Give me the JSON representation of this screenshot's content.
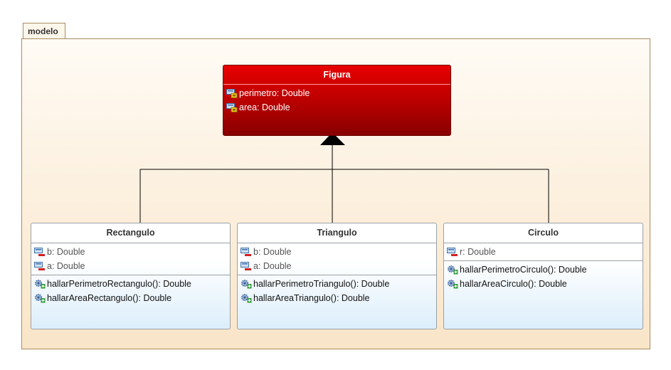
{
  "package": {
    "name": "modelo"
  },
  "classes": {
    "figura": {
      "name": "Figura",
      "attributes": [
        "perimetro: Double",
        "area: Double"
      ]
    },
    "rectangulo": {
      "name": "Rectangulo",
      "attributes": [
        "b: Double",
        "a: Double"
      ],
      "operations": [
        "hallarPerimetroRectangulo(): Double",
        "hallarAreaRectangulo(): Double"
      ]
    },
    "triangulo": {
      "name": "Triangulo",
      "attributes": [
        "b: Double",
        "a: Double"
      ],
      "operations": [
        "hallarPerimetroTriangulo(): Double",
        "hallarAreaTriangulo(): Double"
      ]
    },
    "circulo": {
      "name": "Circulo",
      "attributes": [
        "r: Double"
      ],
      "operations": [
        "hallarPerimetroCirculo(): Double",
        "hallarAreaCirculo(): Double"
      ]
    }
  },
  "icons": {
    "attribute": "field-icon",
    "operation": "method-gear-icon"
  },
  "colors": {
    "abstract_top": "#e80000",
    "abstract_bottom": "#880000",
    "package_border": "#a88c63"
  }
}
